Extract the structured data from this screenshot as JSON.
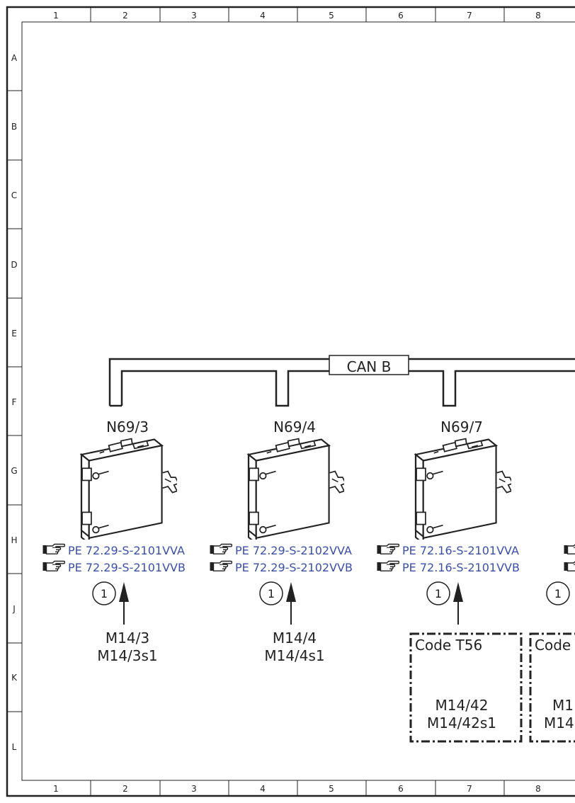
{
  "grid": {
    "columns": [
      "1",
      "2",
      "3",
      "4",
      "5",
      "6",
      "7",
      "8"
    ],
    "rows": [
      "A",
      "B",
      "C",
      "D",
      "E",
      "F",
      "G",
      "H",
      "J",
      "K",
      "L"
    ]
  },
  "bus": {
    "label": "CAN B"
  },
  "modules": [
    {
      "name": "N69/3",
      "refs": [
        "PE 72.29-S-2101VVA",
        "PE 72.29-S-2101VVB"
      ],
      "callout": "1",
      "motors": [
        "M14/3",
        "M14/3s1"
      ]
    },
    {
      "name": "N69/4",
      "refs": [
        "PE 72.29-S-2102VVA",
        "PE 72.29-S-2102VVB"
      ],
      "callout": "1",
      "motors": [
        "M14/4",
        "M14/4s1"
      ]
    },
    {
      "name": "N69/7",
      "refs": [
        "PE 72.16-S-2101VVA",
        "PE 72.16-S-2101VVB"
      ],
      "callout": "1",
      "code": "Code T56",
      "motors": [
        "M14/42",
        "M14/42s1"
      ]
    },
    {
      "callout": "1",
      "code_partial": "Code",
      "motors_partial": [
        "M1",
        "M14"
      ]
    }
  ],
  "colors": {
    "line": "#222222",
    "ref_text": "#3a4fa8"
  },
  "icons": {
    "reference": "pointing-hand-icon"
  }
}
